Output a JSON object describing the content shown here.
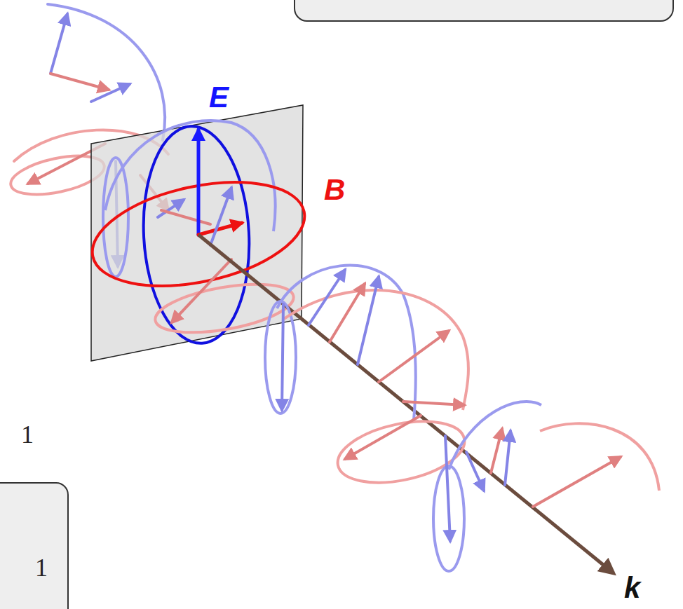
{
  "diagram": {
    "nodes": [
      {
        "text": [
          "1"
        ]
      }
    ],
    "labels": [
      "E",
      "B",
      "k",
      "1"
    ]
  }
}
